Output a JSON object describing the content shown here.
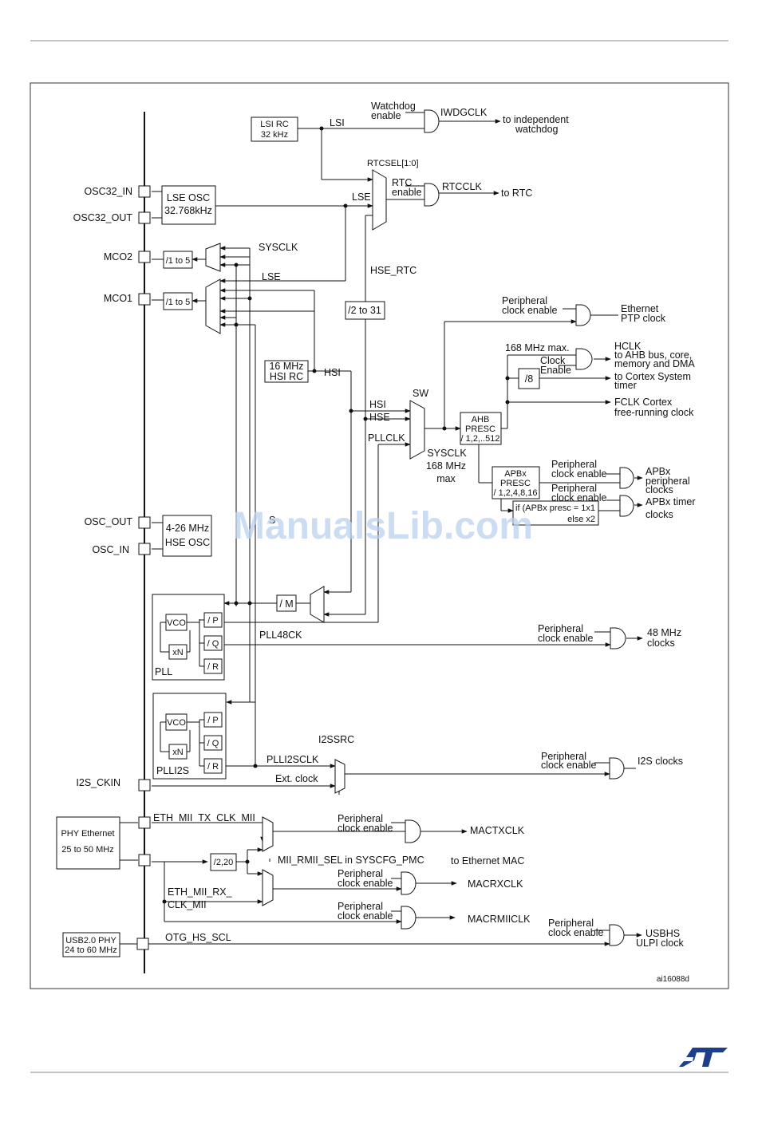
{
  "osc": {
    "lsirc": [
      "LSI RC",
      "32 kHz"
    ],
    "lseosc": [
      "LSE OSC",
      "32.768kHz"
    ],
    "hsirc": [
      "16 MHz",
      "HSI RC"
    ],
    "hseosc": [
      "4-26 MHz",
      "HSE OSC"
    ],
    "phy_eth": [
      "PHY Ethernet",
      "25 to 50 MHz"
    ],
    "usb_phy": [
      "USB2.0 PHY",
      "24 to 60 MHz"
    ]
  },
  "pins": {
    "osc32_in": "OSC32_IN",
    "osc32_out": "OSC32_OUT",
    "mco2": "MCO2",
    "mco1": "MCO1",
    "osc_out": "OSC_OUT",
    "osc_in": "OSC_IN",
    "i2s_ckin": "I2S_CKIN"
  },
  "blocks": {
    "div_mco2": "/1 to 5",
    "div_mco1": "/1 to 5",
    "div_rtc": "/2 to 31",
    "div_8": "/8",
    "div_m": "/ M",
    "ahb": [
      "AHB",
      "PRESC",
      "/ 1,2,..512"
    ],
    "apb": [
      "APBx",
      "PRESC",
      "/ 1,2,4,8,16"
    ],
    "timer_note": [
      "if (APBx presc = 1x1",
      "else x2"
    ],
    "pll_label": "PLL",
    "plli2s_label": "PLLI2S",
    "vco": "VCO",
    "xn": "xN",
    "p": "/ P",
    "q": "/ Q",
    "r": "/ R",
    "div_mii": "/2,20"
  },
  "signals": {
    "lsi": "LSI",
    "lse": "LSE",
    "lse2": "LSE",
    "rtcsel": "RTCSEL[1:0]",
    "hse_rtc": "HSE_RTC",
    "sysclk_mco": "SYSCLK",
    "hsi": "HSI",
    "hsi_sw": "HSI",
    "hse_sw": "HSE",
    "pllclk": "PLLCLK",
    "sw": "SW",
    "sysclk": [
      "SYSCLK",
      "168 MHz",
      "max"
    ],
    "pll48ck": "PLL48CK",
    "i2ssrc": "I2SSRC",
    "plli2sclk": "PLLI2SCLK",
    "ext_clock": "Ext. clock",
    "eth_tx": "ETH_MII_TX_CLK_MII",
    "eth_rx": [
      "ETH_MII_RX_",
      "CLK_MII"
    ],
    "mii_sel": "MII_RMII_SEL in SYSCFG_PMC",
    "otg": "OTG_HS_SCL",
    "hse_partial": "S",
    "max168": "168 MHz max."
  },
  "enables": {
    "watchdog": [
      "Watchdog",
      "enable"
    ],
    "rtc": [
      "RTC",
      "enable"
    ],
    "ptp": [
      "Peripheral",
      "clock enable"
    ],
    "clock_enable": [
      "Clock",
      "Enable"
    ],
    "apb_periph": [
      "Peripheral",
      "clock enable"
    ],
    "apb_timer": [
      "Peripheral",
      "clock enable"
    ],
    "usb48": [
      "Peripheral",
      "clock enable"
    ],
    "i2s": [
      "Peripheral",
      "clock enable"
    ],
    "mactx": [
      "Peripheral",
      "clock enable"
    ],
    "macrx": [
      "Peripheral",
      "clock enable"
    ],
    "macrmii": [
      "Peripheral",
      "clock enable"
    ],
    "usbhs": [
      "Peripheral",
      "clock enable"
    ]
  },
  "outputs": {
    "iwdgclk": "IWDGCLK",
    "iwdg_dest": [
      "to independent",
      "watchdog"
    ],
    "rtcclk": "RTCCLK",
    "rtc_dest": "to RTC",
    "ptp": [
      "Ethernet",
      "PTP clock"
    ],
    "hclk": [
      "HCLK",
      "to AHB bus, core,",
      "memory and DMA"
    ],
    "cortex_timer": [
      "to Cortex System",
      "timer"
    ],
    "fclk": [
      "FCLK Cortex",
      "free-running clock"
    ],
    "apb_periph": [
      "APBx",
      "peripheral",
      "clocks"
    ],
    "apb_timer": [
      "APBx timer",
      "clocks"
    ],
    "usb48": [
      "48 MHz",
      "clocks"
    ],
    "i2s": "I2S clocks",
    "mactx": "MACTXCLK",
    "macrx": "MACRXCLK",
    "macrmii": "MACRMIICLK",
    "to_mac": "to Ethernet MAC",
    "usbhs": [
      "USBHS",
      "ULPI clock"
    ]
  },
  "footer": {
    "figure_id": "ai16088d",
    "logo": "ST"
  },
  "watermark": "ManualsLib.com",
  "colors": {
    "line": "#111111",
    "rule": "#888888",
    "logo": "#1e3e8a",
    "watermark": "#bcd1ee"
  }
}
